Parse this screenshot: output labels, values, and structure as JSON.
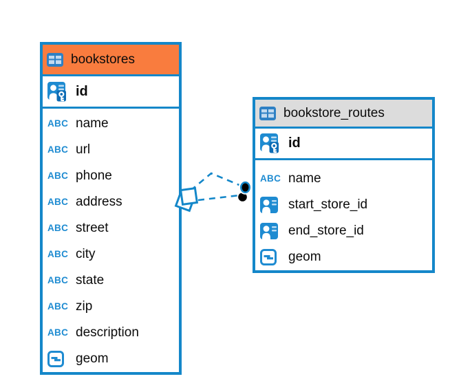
{
  "colors": {
    "background": "#FFFFFF",
    "accent_blue": "#1487C9",
    "icon_blue": "#1E8BD1",
    "icon_blue_dark": "#0D6CB5",
    "icon_blue_light": "#BCDCF4",
    "table_icon_frame": "#2E80C4",
    "table_icon_cell": "#C2DAF0",
    "text": "#0B0B0B"
  },
  "icons": {
    "abc_glyph": "ABC"
  },
  "tables": [
    {
      "name": "bookstores",
      "header_color": "#F97C3E",
      "icon": "table-icon",
      "primary_key": {
        "label": "id",
        "icon": "primary-key-icon"
      },
      "columns": [
        {
          "label": "name",
          "icon": "text-type-icon"
        },
        {
          "label": "url",
          "icon": "text-type-icon"
        },
        {
          "label": "phone",
          "icon": "text-type-icon"
        },
        {
          "label": "address",
          "icon": "text-type-icon"
        },
        {
          "label": "street",
          "icon": "text-type-icon"
        },
        {
          "label": "city",
          "icon": "text-type-icon"
        },
        {
          "label": "state",
          "icon": "text-type-icon"
        },
        {
          "label": "zip",
          "icon": "text-type-icon"
        },
        {
          "label": "description",
          "icon": "text-type-icon"
        },
        {
          "label": "geom",
          "icon": "geometry-type-icon"
        }
      ]
    },
    {
      "name": "bookstore_routes",
      "header_color": "#DCDCDC",
      "icon": "table-icon",
      "primary_key": {
        "label": "id",
        "icon": "primary-key-icon"
      },
      "columns": [
        {
          "label": "name",
          "icon": "text-type-icon"
        },
        {
          "label": "start_store_id",
          "icon": "foreign-key-icon"
        },
        {
          "label": "end_store_id",
          "icon": "foreign-key-icon"
        },
        {
          "label": "geom",
          "icon": "geometry-type-icon"
        }
      ]
    }
  ],
  "relationships": [
    {
      "from": "bookstore_routes.start_store_id",
      "to": "bookstores.id",
      "style": "dashed"
    },
    {
      "from": "bookstore_routes.end_store_id",
      "to": "bookstores.id",
      "style": "dashed"
    }
  ]
}
